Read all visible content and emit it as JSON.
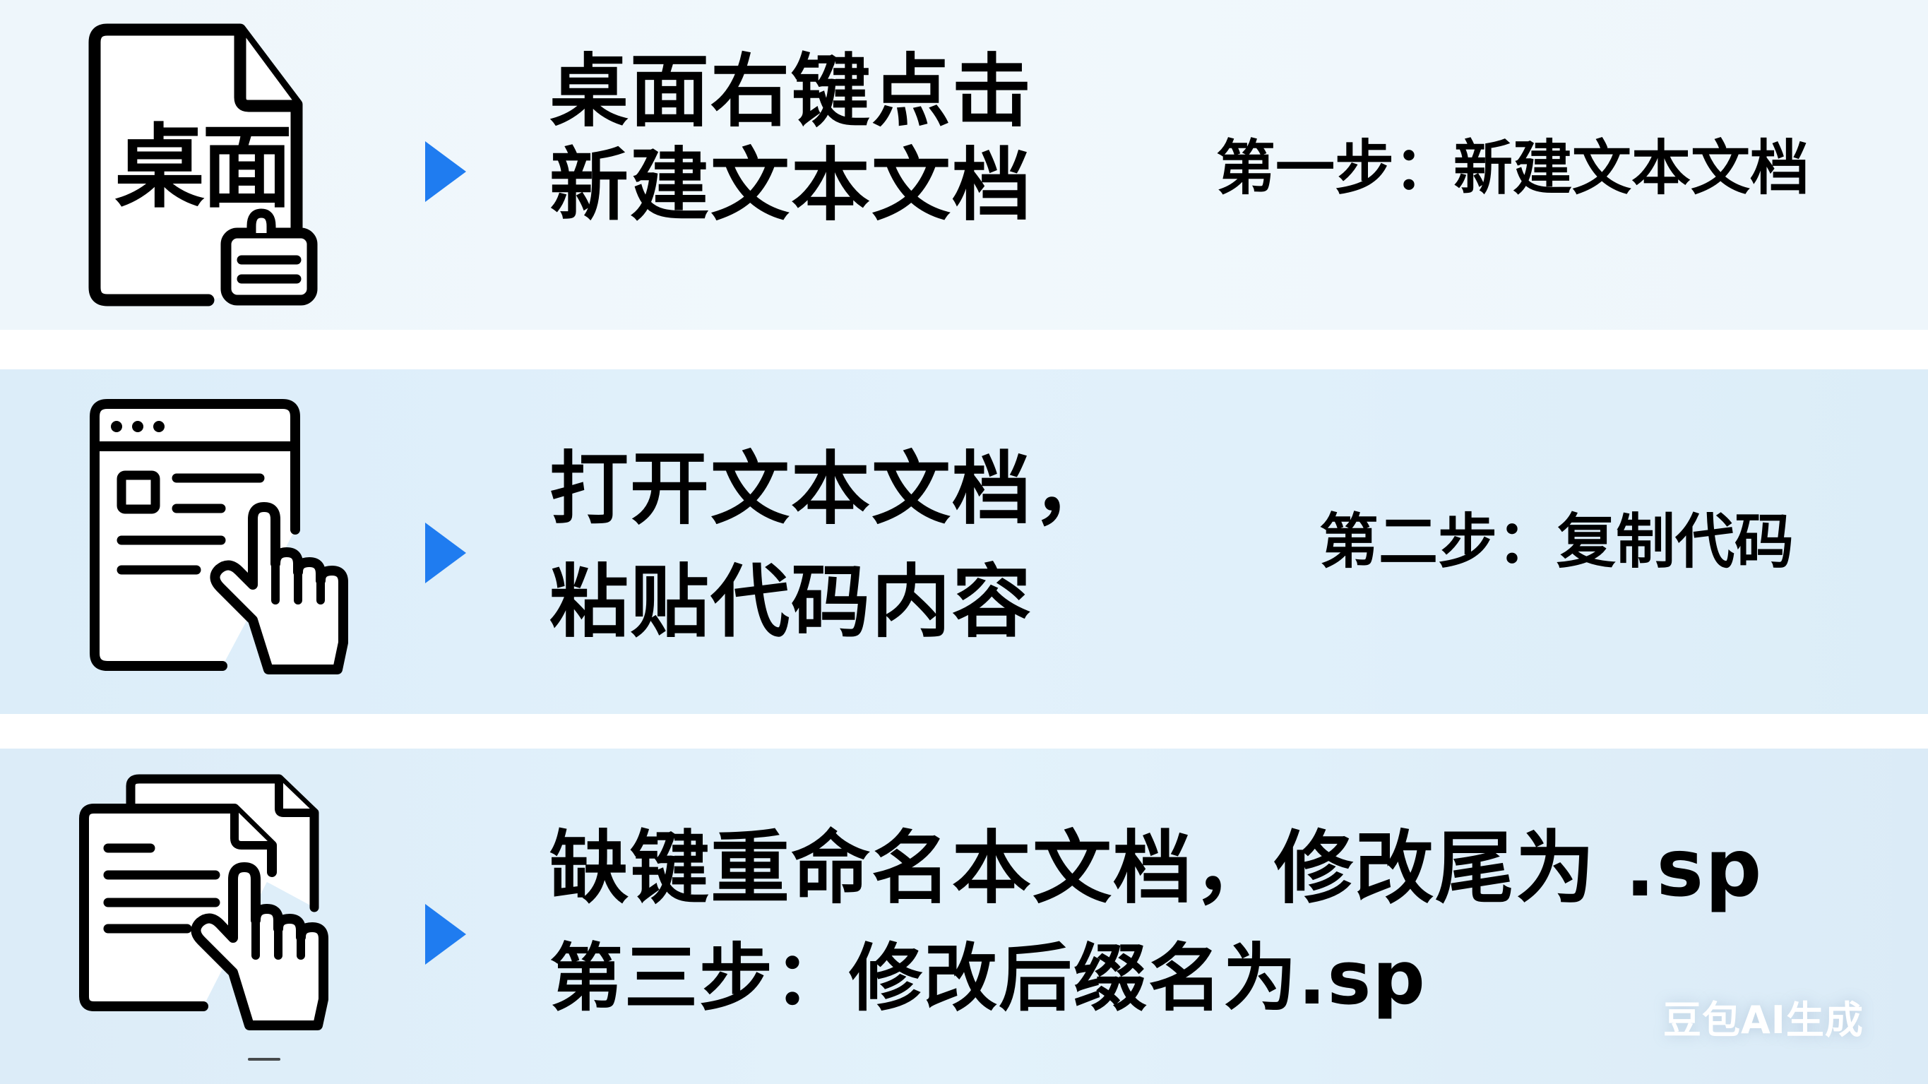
{
  "steps": [
    {
      "icon": "desktop-file-icon",
      "icon_label": "桌面",
      "main_lines": [
        "桌面右键点击",
        "新建文本文档"
      ],
      "step_label": "第一步：新建文本文档"
    },
    {
      "icon": "browser-window-hand-icon",
      "main_lines": [
        "打开文本文档，",
        "粘贴代码内容"
      ],
      "step_label": "第二步：复制代码"
    },
    {
      "icon": "documents-hand-icon",
      "main_lines": [
        "缺键重命名本文档，修改尾为 .sp",
        "第三步：修改后缀名为.sp"
      ]
    }
  ],
  "watermark": "豆包AI生成",
  "colors": {
    "arrow": "#1f7cf0",
    "band1": "#f0f8fc",
    "band2": "#e0f0fa",
    "band3": "#e0eff9",
    "gap": "#ffffff",
    "text": "#000000"
  }
}
